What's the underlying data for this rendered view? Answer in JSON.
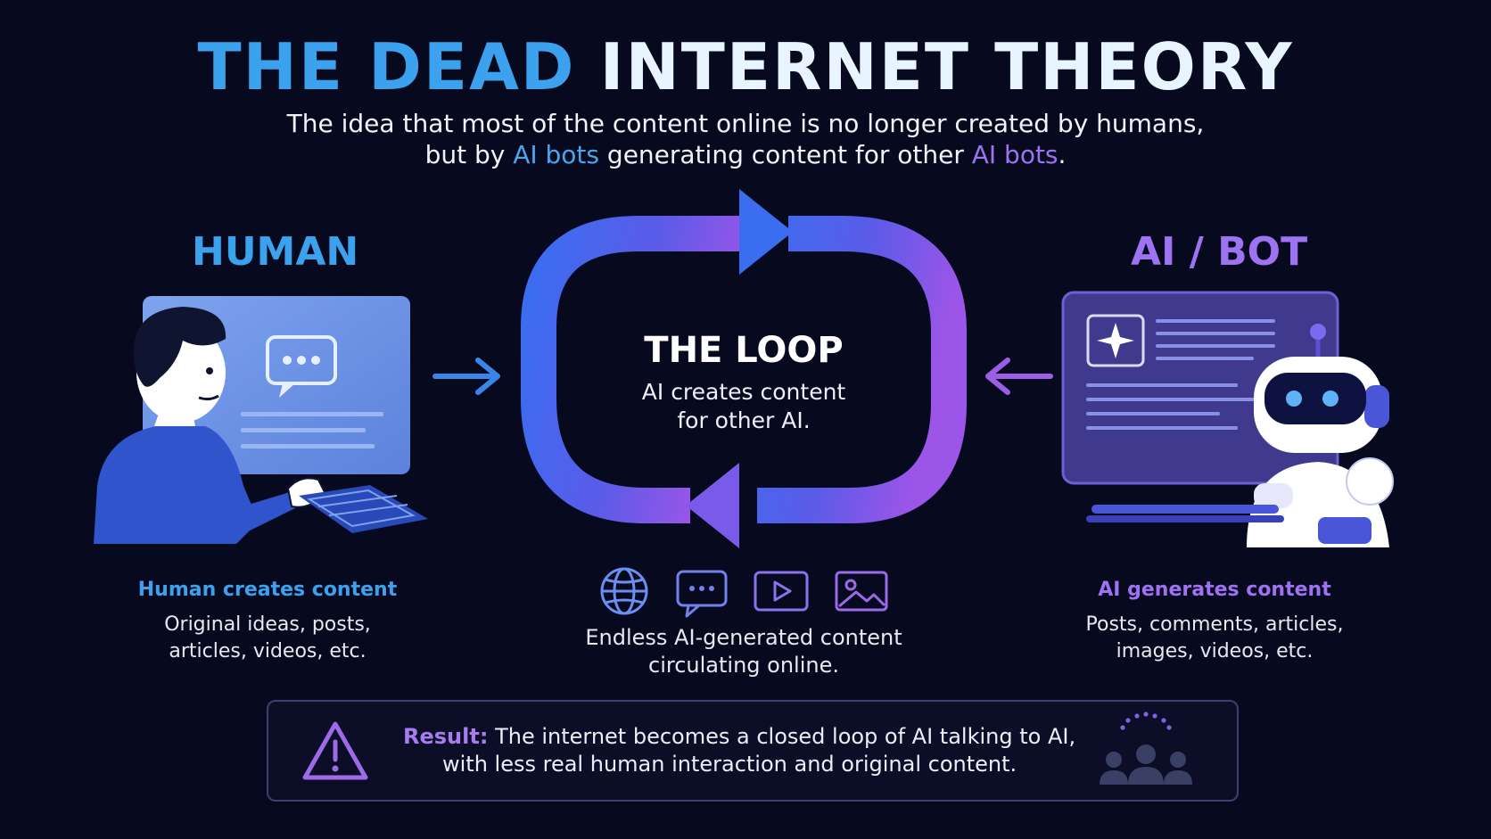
{
  "title": {
    "part1": "THE DEAD",
    "part2": "INTERNET THEORY"
  },
  "subtitle": {
    "line1": "The idea that most of the content online is no longer created by humans,",
    "line2_prefix": "but by ",
    "line2_hl1": "AI bots",
    "line2_mid": " generating content for other ",
    "line2_hl2": "AI bots",
    "line2_end": "."
  },
  "human": {
    "heading": "HUMAN",
    "caption_title": "Human creates content",
    "caption_line1": "Original ideas, posts,",
    "caption_line2": "articles, videos, etc."
  },
  "loop": {
    "title": "THE LOOP",
    "line1": "AI creates content",
    "line2": "for other AI.",
    "icons": [
      "globe-icon",
      "chat-bubble-icon",
      "video-play-icon",
      "image-icon"
    ],
    "caption_line1": "Endless AI-generated content",
    "caption_line2": "circulating online."
  },
  "bot": {
    "heading": "AI / BOT",
    "caption_title": "AI generates content",
    "caption_line1": "Posts, comments, articles,",
    "caption_line2": "images, videos, etc."
  },
  "result": {
    "label": "Result:",
    "line1": " The internet becomes a closed loop of AI talking to AI,",
    "line2": "with less real human interaction and original content."
  },
  "colors": {
    "background": "#070a1f",
    "blue": "#3da2ee",
    "purple": "#9d73f2",
    "loop_gradient_start": "#3a6df0",
    "loop_gradient_end": "#9b55e8"
  }
}
